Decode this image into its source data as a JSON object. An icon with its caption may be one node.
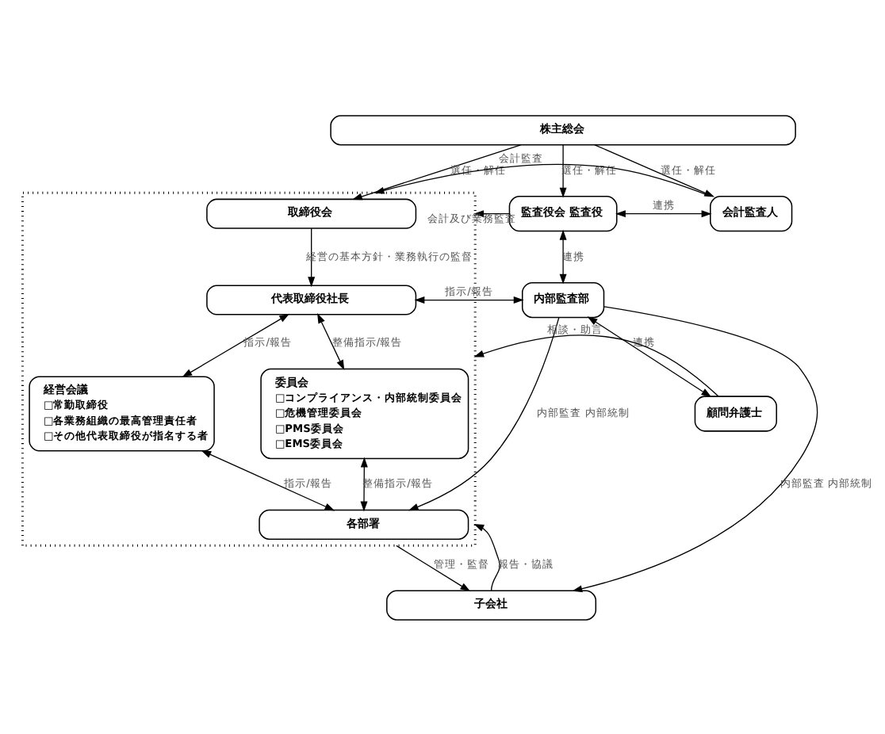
{
  "diagram": {
    "nodes": [
      {
        "text": [
          "株主総会"
        ]
      },
      {
        "text": [
          "監査役会 監査役"
        ]
      },
      {
        "text": [],
        "shape": "box"
      },
      {
        "text": [
          "取締役会"
        ],
        "in": 2
      },
      {
        "text": [
          "会計監査人"
        ]
      },
      {
        "text": [
          "代表取締役社長"
        ],
        "in": 2
      },
      {
        "text": [
          "内部監査部"
        ]
      },
      {
        "text": [
          "経営会議",
          "□常勤取締役",
          "□各業務組織の最高管理責任者",
          "□その他代表取締役が指名する者"
        ],
        "in": 2
      },
      {
        "text": [
          "委員会",
          "□コンプライアンス・内部統制委員会",
          "□危機管理委員会",
          "□PMS委員会",
          "□EMS委員会"
        ],
        "in": 2
      },
      {
        "text": [
          "顧問弁護士"
        ]
      },
      {
        "text": [
          "各部署"
        ],
        "in": 2
      },
      {
        "text": [
          "子会社"
        ]
      }
    ],
    "edges": [
      {
        "from": 0,
        "to": 1,
        "arrow": "to",
        "label": "選任・解任"
      },
      {
        "from": 0,
        "to": 3,
        "arrow": "to",
        "label": "選任・解任"
      },
      {
        "from": 0,
        "to": 4,
        "arrow": "to",
        "label": "選任・解任"
      },
      {
        "from": 1,
        "to": 2,
        "arrow": "to",
        "label": "会計及び業務監査"
      },
      {
        "from": 3,
        "to": 5,
        "arrow": "to",
        "label": "経営の基本方針・業務執行の監督"
      },
      {
        "from": 4,
        "to": 2,
        "arrow": "to",
        "label": "会計監査"
      },
      {
        "from": 1,
        "to": 6,
        "arrow": "both",
        "label": "連携"
      },
      {
        "from": 6,
        "to": 5,
        "arrow": "both",
        "label": "指示/報告"
      },
      {
        "from": 5,
        "to": 7,
        "arrow": "both",
        "label": "指示/報告"
      },
      {
        "from": 5,
        "to": 8,
        "arrow": "both",
        "label": "整備指示/報告"
      },
      {
        "from": 9,
        "to": 2,
        "arrow": "to",
        "label": "相談・助言"
      },
      {
        "from": 7,
        "to": 10,
        "arrow": "both",
        "label": "指示/報告"
      },
      {
        "from": 8,
        "to": 10,
        "arrow": "both",
        "label": "整備指示/報告"
      },
      {
        "from": 6,
        "to": 10,
        "arrow": "to",
        "label": "内部監査 内部統制"
      },
      {
        "from": 6,
        "to": 11,
        "arrow": "to",
        "label": "内部監査 内部統制"
      },
      {
        "from": 2,
        "to": 11,
        "arrow": "to",
        "label": "管理・監督"
      },
      {
        "from": 11,
        "to": 2,
        "arrow": "to",
        "label": "報告・協議"
      },
      {
        "from": 6,
        "to": 9,
        "arrow": "both",
        "label": "連携"
      },
      {
        "from": 1,
        "to": 4,
        "arrow": "both",
        "label": "連携"
      }
    ]
  }
}
